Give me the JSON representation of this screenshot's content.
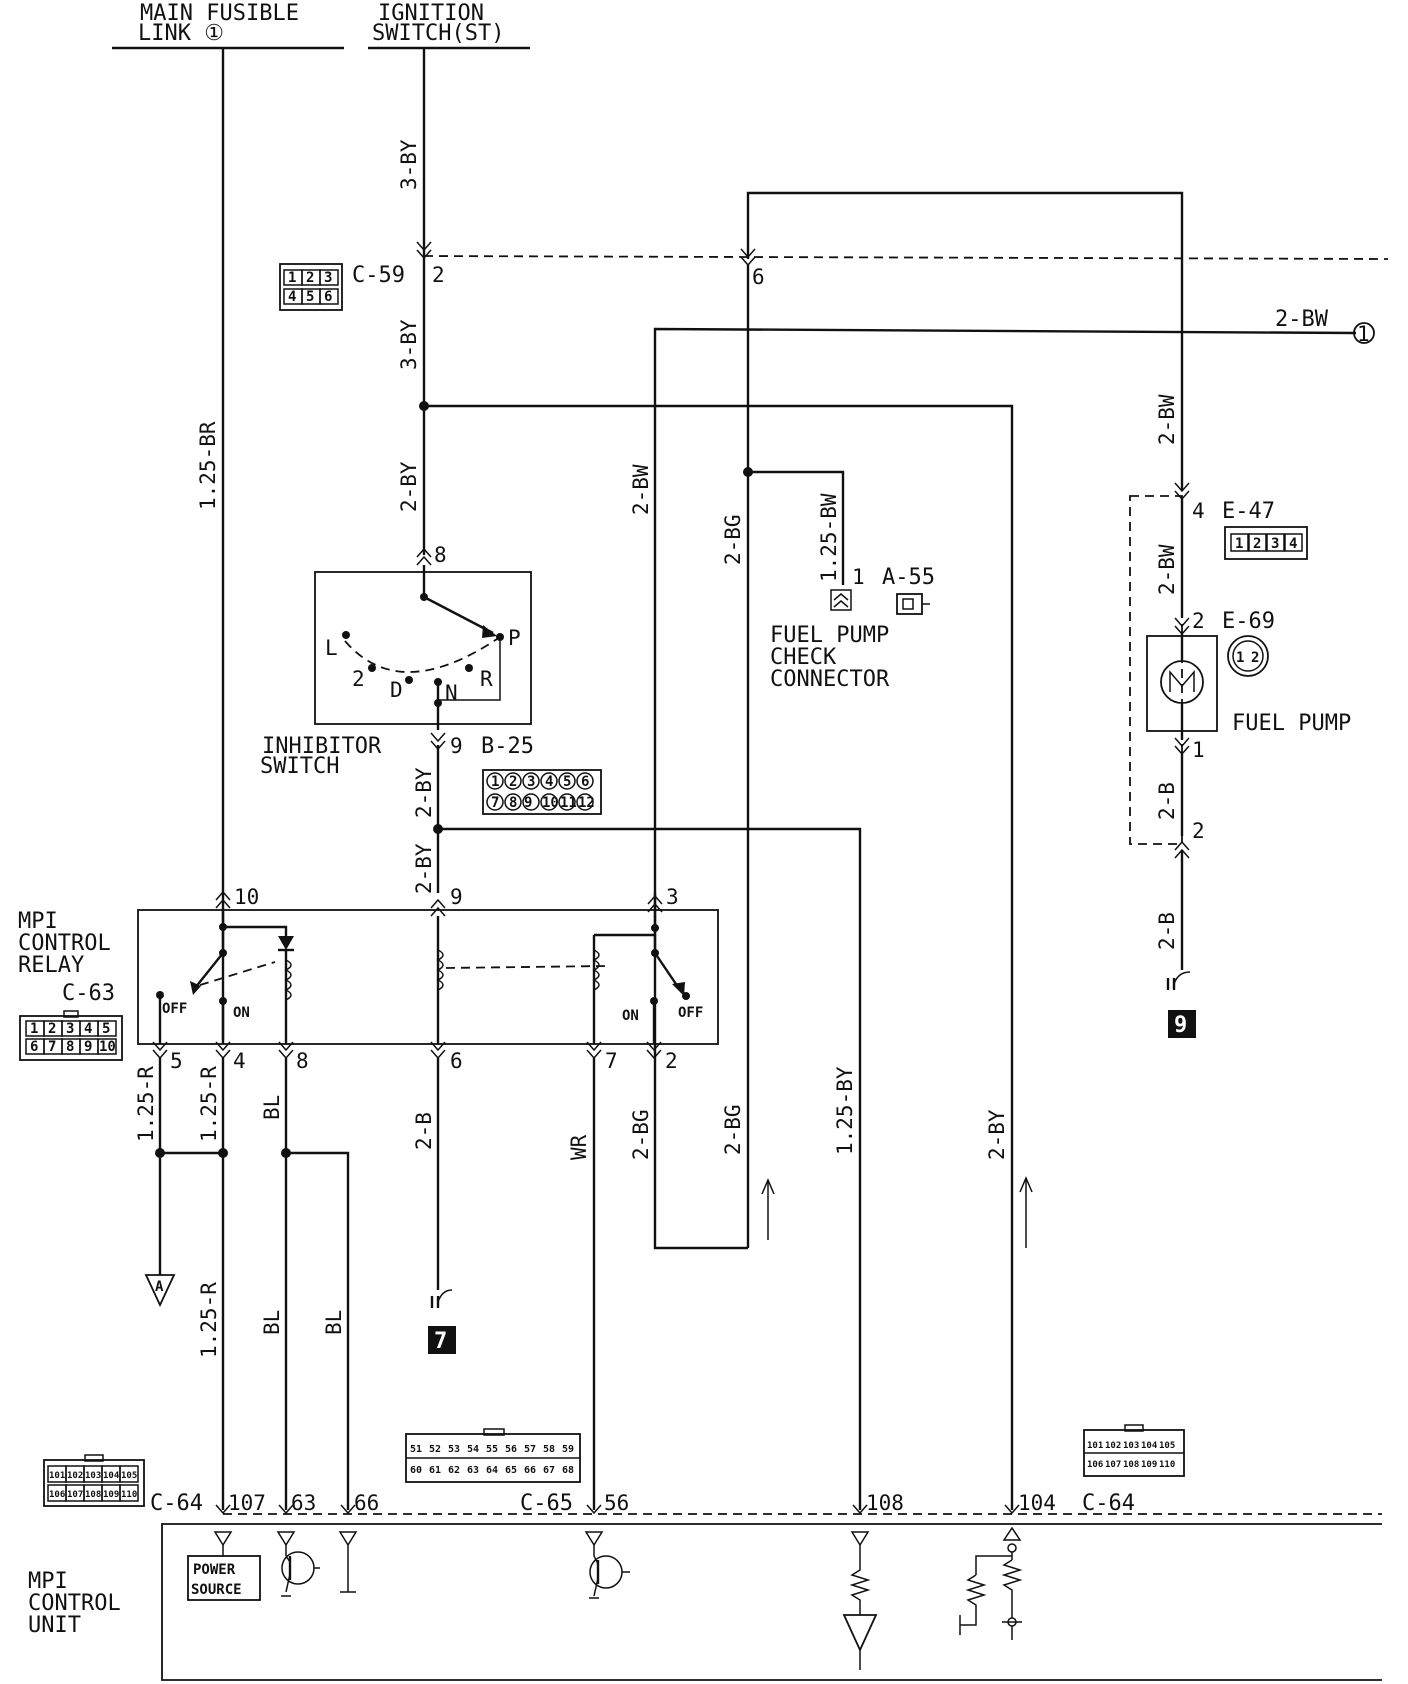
{
  "sources": {
    "main_fusible_link": [
      "MAIN FUSIBLE",
      "LINK ①"
    ],
    "ignition_switch": [
      "IGNITION",
      "SWITCH(ST)"
    ]
  },
  "connectors": {
    "c59": "C-59",
    "c59_pins": [
      "1",
      "2",
      "3",
      "4",
      "5",
      "6"
    ],
    "e47": "E-47",
    "e47_pins": [
      "1",
      "2",
      "3",
      "4"
    ],
    "e69": "E-69",
    "e69_pins": [
      "1",
      "2"
    ],
    "a55": "A-55",
    "b25": "B-25",
    "b25_pins": [
      "1",
      "2",
      "3",
      "4",
      "5",
      "6",
      "7",
      "8",
      "9",
      "10",
      "11",
      "12"
    ],
    "c63": "C-63",
    "c63_pins": [
      "1",
      "2",
      "3",
      "4",
      "5",
      "6",
      "7",
      "8",
      "9",
      "10"
    ],
    "c64": "C-64",
    "c64_pins": [
      "101",
      "102",
      "103",
      "104",
      "105",
      "106",
      "107",
      "108",
      "109",
      "110"
    ],
    "c65": "C-65",
    "c65_pins": [
      "51",
      "52",
      "53",
      "54",
      "55",
      "56",
      "57",
      "58",
      "59",
      "60",
      "61",
      "62",
      "63",
      "64",
      "65",
      "66",
      "67",
      "68"
    ]
  },
  "components": {
    "inhibitor_switch": [
      "INHIBITOR",
      "SWITCH"
    ],
    "fuel_pump_check_connector": [
      "FUEL PUMP",
      "CHECK",
      "CONNECTOR"
    ],
    "fuel_pump": "FUEL PUMP",
    "mpi_control_relay": [
      "MPI",
      "CONTROL",
      "RELAY"
    ],
    "mpi_control_unit": [
      "MPI",
      "CONTROL",
      "UNIT"
    ],
    "power_source": [
      "POWER",
      "SOURCE"
    ]
  },
  "inhibitor_positions": [
    "L",
    "2",
    "D",
    "N",
    "R",
    "P"
  ],
  "relay_states": {
    "off": "OFF",
    "on": "ON"
  },
  "wires": {
    "br_125": "1.25-BR",
    "by3_a": "3-BY",
    "by3_b": "3-BY",
    "by2_a": "2-BY",
    "by2_b": "2-BY",
    "by2_c": "2-BY",
    "by2_right": "2-BY",
    "bw2_mid": "2-BW",
    "bw2_top": "2-BW",
    "bw2_r1": "2-BW",
    "bw2_r2": "2-BW",
    "bg2_a": "2-BG",
    "bg2_b": "2-BG",
    "bg2_c": "2-BG",
    "bw125": "1.25-BW",
    "b2_r1": "2-B",
    "b2_r2": "2-B",
    "b2_mid": "2-B",
    "r125_a": "1.25-R",
    "r125_b": "1.25-R",
    "r125_c": "1.25-R",
    "bl_a": "BL",
    "bl_b": "BL",
    "bl_c": "BL",
    "wr": "WR",
    "by125": "1.25-BY"
  },
  "pins": {
    "c59_2": "2",
    "c59_6": "6",
    "inh_8": "8",
    "inh_9": "9",
    "relay_10": "10",
    "relay_9": "9",
    "relay_3": "3",
    "relay_5": "5",
    "relay_4": "4",
    "relay_8": "8",
    "relay_6": "6",
    "relay_7": "7",
    "relay_2": "2",
    "a55_1": "1",
    "e47_4": "4",
    "e69_2": "2",
    "e69_1": "1",
    "e47_2": "2",
    "ecu_107": "107",
    "ecu_63": "63",
    "ecu_66": "66",
    "ecu_56": "56",
    "ecu_108": "108",
    "ecu_104": "104"
  },
  "refs": {
    "circle_1": "1",
    "ground_7": "7",
    "ground_9": "9",
    "triangle_a": "A"
  }
}
